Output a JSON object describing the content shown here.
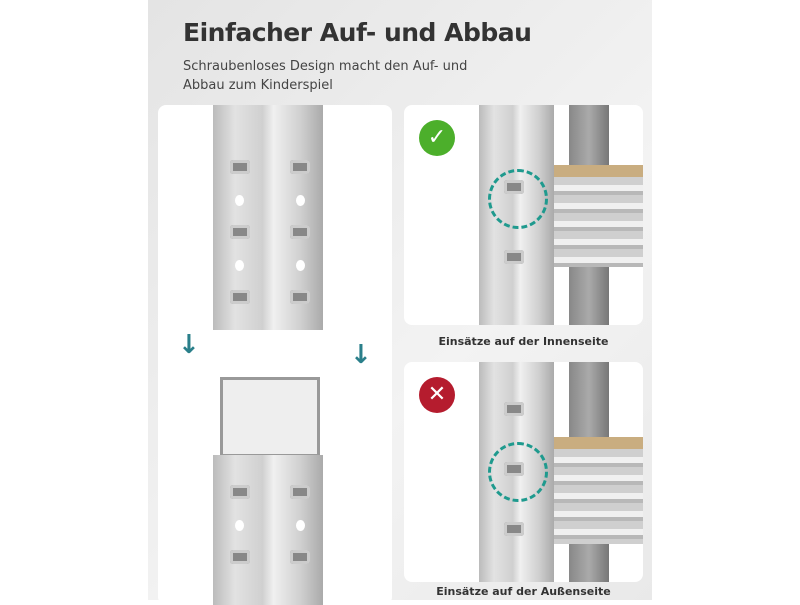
{
  "header": {
    "title": "Einfacher Auf- und Abbau",
    "subtitle": "Schraubenloses Design macht den Auf- und Abbau zum Kinderspiel"
  },
  "cards": [
    {
      "status": "correct",
      "icon": "check-icon",
      "caption": "Einsätze auf der Innenseite",
      "color": "#4caf2b"
    },
    {
      "status": "wrong",
      "icon": "cross-icon",
      "caption": "Einsätze auf der Außenseite",
      "color": "#b51c2e"
    }
  ],
  "icons": {
    "arrow": "arrow-down-icon",
    "check": "✓",
    "cross": "✕"
  }
}
